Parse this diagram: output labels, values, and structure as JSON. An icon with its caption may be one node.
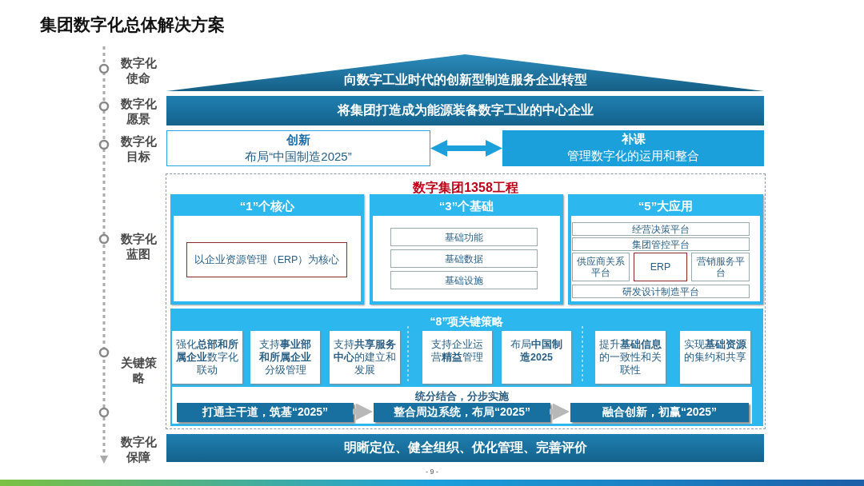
{
  "diagram": {
    "title": "集团数字化总体解决方案",
    "nodes": [
      {
        "text": [
          "向数字工业时代的创新型制造服务企业转型"
        ]
      },
      {
        "text": [
          "将集团打造成为能源装备数字工业的中心企业"
        ]
      },
      {
        "text": [
          "创新",
          "布局“中国制造2025”"
        ]
      },
      {
        "text": [
          "补课",
          "管理数字化的运用和整合"
        ]
      },
      {
        "text": [
          "数字集团1358工程"
        ]
      },
      {
        "text": [
          "“1”个核心"
        ],
        "in": 4
      },
      {
        "text": [
          "以企业资源管理（ERP）为核心"
        ],
        "in": 5
      },
      {
        "text": [
          "“3”个基础"
        ],
        "in": 4
      },
      {
        "text": [
          "基础功能"
        ],
        "in": 7
      },
      {
        "text": [
          "基础数据"
        ],
        "in": 7
      },
      {
        "text": [
          "基础设施"
        ],
        "in": 7
      },
      {
        "text": [
          "“5”大应用"
        ],
        "in": 4
      },
      {
        "text": [
          "经营决策平台"
        ],
        "in": 11
      },
      {
        "text": [
          "集团管控平台"
        ],
        "in": 11
      },
      {
        "text": [
          "供应商关系平台"
        ],
        "in": 11
      },
      {
        "text": [
          "ERP"
        ],
        "in": 11
      },
      {
        "text": [
          "营销服务平台"
        ],
        "in": 11
      },
      {
        "text": [
          "研发设计制造平台"
        ],
        "in": 11
      },
      {
        "text": [
          "“8”项关键策略"
        ],
        "in": 4
      },
      {
        "text": [
          "强化**总部和所属企业**数字化联动"
        ],
        "in": 18
      },
      {
        "text": [
          "支持**事业部和所属企业**分级管理"
        ],
        "in": 18
      },
      {
        "text": [
          "支持**共享服务中心**的建立和发展"
        ],
        "in": 18
      },
      {
        "text": [
          "支持企业运营**精益**管理"
        ],
        "in": 18
      },
      {
        "text": [
          "布局**中国制造2025**"
        ],
        "in": 18
      },
      {
        "text": [
          "提升**基础信息**的一致性和关联性"
        ],
        "in": 18
      },
      {
        "text": [
          "实现**基础资源**的集约和共享"
        ],
        "in": 18
      },
      {
        "text": [
          "统分结合，分步实施"
        ],
        "in": 18
      },
      {
        "text": [
          "打通主干道，筑基“2025”"
        ],
        "in": 26
      },
      {
        "text": [
          "整合周边系统，布局“2025”"
        ],
        "in": 26
      },
      {
        "text": [
          "融合创新，初赢“2025”"
        ],
        "in": 26
      },
      {
        "text": [
          "明晰定位、健全组织、优化管理、完善评价"
        ]
      }
    ],
    "edges": [
      {
        "from": 2,
        "to": 3,
        "arrow": "both",
        "color": "#1ca0dc"
      },
      {
        "from": 27,
        "to": 28,
        "arrow": "to"
      },
      {
        "from": 28,
        "to": 29,
        "arrow": "to"
      }
    ],
    "labels": [
      "数字化使命",
      "数字化愿景",
      "数字化目标",
      "数字化蓝图",
      "关键策略",
      "数字化保障",
      "- 9 -"
    ]
  }
}
